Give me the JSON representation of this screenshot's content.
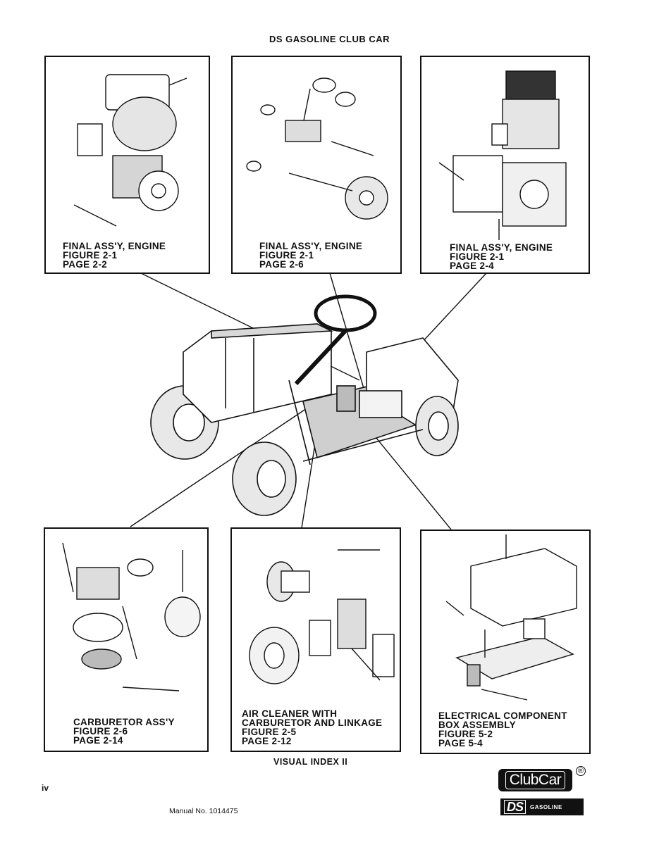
{
  "header": {
    "title": "DS GASOLINE CLUB CAR"
  },
  "panels": [
    {
      "lines": [
        "FINAL ASS'Y, ENGINE",
        "FIGURE 2-1",
        "PAGE 2-2"
      ]
    },
    {
      "lines": [
        "FINAL ASS'Y, ENGINE",
        "FIGURE 2-1",
        "PAGE 2-6"
      ]
    },
    {
      "lines": [
        "FINAL ASS'Y, ENGINE",
        "FIGURE 2-1",
        "PAGE 2-4"
      ]
    },
    {
      "lines": [
        "CARBURETOR ASS'Y",
        "FIGURE 2-6",
        "PAGE 2-14"
      ]
    },
    {
      "lines": [
        "AIR CLEANER WITH",
        "CARBURETOR AND LINKAGE",
        "FIGURE 2-5",
        "PAGE 2-12"
      ]
    },
    {
      "lines": [
        "ELECTRICAL COMPONENT",
        "BOX ASSEMBLY",
        "FIGURE 5-2",
        "PAGE 5-4"
      ]
    }
  ],
  "footer": {
    "index_label": "VISUAL INDEX II",
    "page_number": "iv",
    "manual_no": "Manual No. 1014475",
    "logo_clubcar": "ClubCar",
    "logo_registered": "®",
    "logo_ds": "DS",
    "logo_gasoline": "GASOLINE"
  }
}
